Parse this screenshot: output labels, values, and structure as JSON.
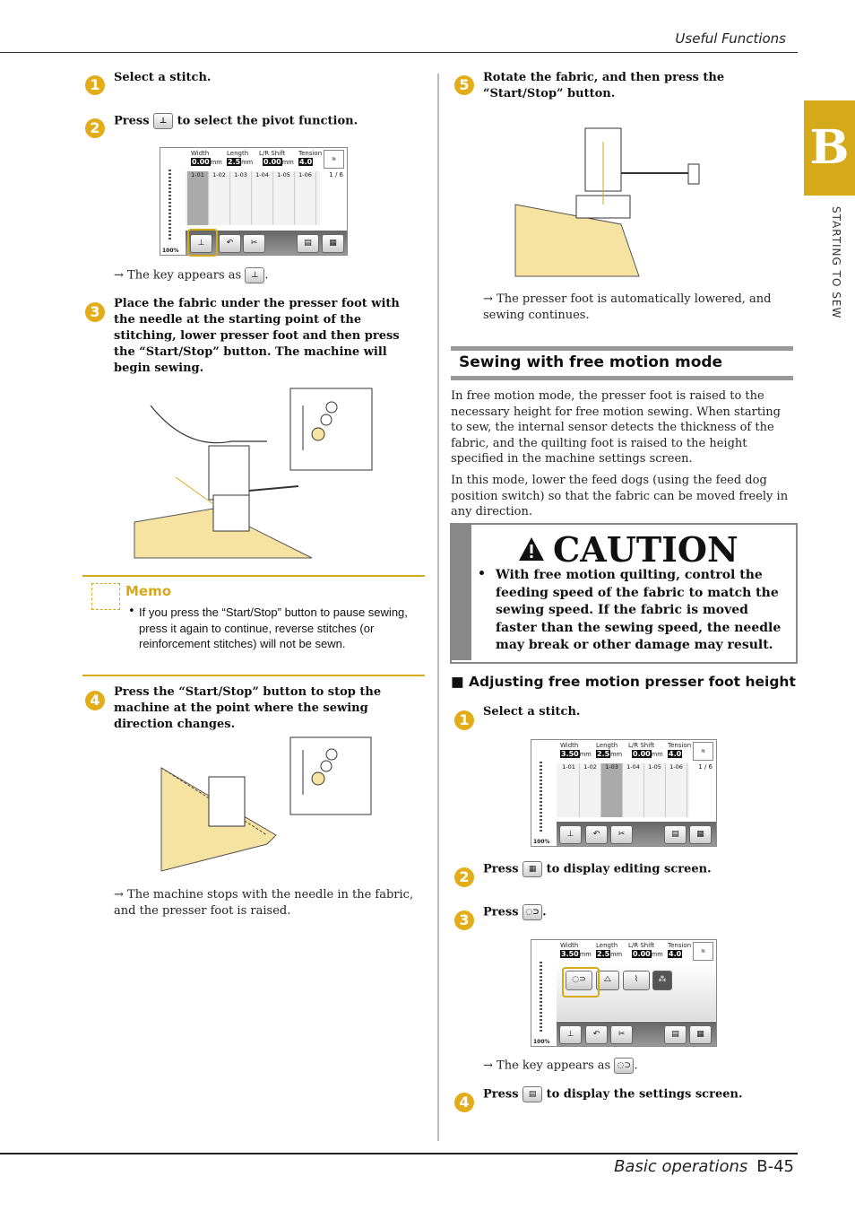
{
  "header": {
    "title": "Useful Functions"
  },
  "footer": {
    "section": "Basic operations",
    "page": "B-45"
  },
  "side_tab": {
    "letter": "B",
    "chapter": "STARTING TO SEW"
  },
  "left_column": {
    "step1": {
      "num": "1",
      "text": "Select a stitch."
    },
    "step2": {
      "num": "2",
      "text_before": "Press",
      "text_after": "to select the pivot function.",
      "result": "→ The key appears as"
    },
    "panel1": {
      "labels": [
        "Width",
        "Length",
        "L/R Shift",
        "Tension"
      ],
      "values": [
        "0.00",
        "2.5",
        "0.00",
        "4.0"
      ],
      "units": [
        "mm",
        "mm",
        "mm",
        ""
      ],
      "stitches": [
        "1-01",
        "1-02",
        "1-03",
        "1-04",
        "1-05",
        "1-06"
      ],
      "page": "1 / 6",
      "zoom": "100%"
    },
    "step3": {
      "num": "3",
      "text": "Place the fabric under the presser foot with the needle at the starting point of the stitching, lower presser foot and then press the “Start/Stop” button. The machine will begin sewing."
    },
    "memo": {
      "title": "Memo",
      "bullet": "•",
      "text": "If you press the “Start/Stop” button to pause sewing, press it again to continue, reverse stitches (or reinforcement stitches) will not be sewn."
    },
    "step4": {
      "num": "4",
      "text": "Press the “Start/Stop” button to stop the machine at the point where the sewing direction changes.",
      "result": "→ The machine stops with the needle in the fabric, and the presser foot is raised."
    }
  },
  "right_column": {
    "step5": {
      "num": "5",
      "text": "Rotate the fabric, and then press the “Start/Stop” button.",
      "result": "→ The presser foot is automatically lowered, and sewing continues."
    },
    "section_title": "Sewing with free motion mode",
    "para1": "In free motion mode, the presser foot is raised to the necessary height for free motion sewing. When starting to sew, the internal sensor detects the thickness of the fabric, and the quilting foot is raised to the height specified in the machine settings screen.",
    "para2": "In this mode, lower the feed dogs (using the feed dog position switch) so that the fabric can be moved freely in any direction.",
    "caution": {
      "title": "CAUTION",
      "bullet": "•",
      "text": "With free motion quilting, control the feeding speed of the fabric to match the sewing speed. If the fabric is moved faster than the sewing speed, the needle may break or other damage may result."
    },
    "subhead": "■ Adjusting free motion presser foot height",
    "s1": {
      "num": "1",
      "text": "Select a stitch."
    },
    "panel2": {
      "labels": [
        "Width",
        "Length",
        "L/R Shift",
        "Tension"
      ],
      "values": [
        "3.50",
        "2.5",
        "0.00",
        "4.0"
      ],
      "units": [
        "mm",
        "mm",
        "mm",
        ""
      ],
      "stitches": [
        "1-01",
        "1-02",
        "1-03",
        "1-04",
        "1-05",
        "1-06"
      ],
      "page": "1 / 6",
      "zoom": "100%"
    },
    "s2": {
      "num": "2",
      "text_before": "Press",
      "text_after": "to display editing screen."
    },
    "s3": {
      "num": "3",
      "text_before": "Press",
      "text_after": "."
    },
    "panel3": {
      "labels": [
        "Width",
        "Length",
        "L/R Shift",
        "Tension"
      ],
      "values": [
        "3.50",
        "2.5",
        "0.00",
        "4.0"
      ],
      "units": [
        "mm",
        "mm",
        "mm",
        ""
      ],
      "zoom": "100%"
    },
    "s3_result": "→ The key appears as",
    "s4": {
      "num": "4",
      "text_before": "Press",
      "text_after": "to display the settings screen."
    }
  },
  "colors": {
    "accent": "#d4a91a",
    "fabric": "#f7e3a1"
  }
}
